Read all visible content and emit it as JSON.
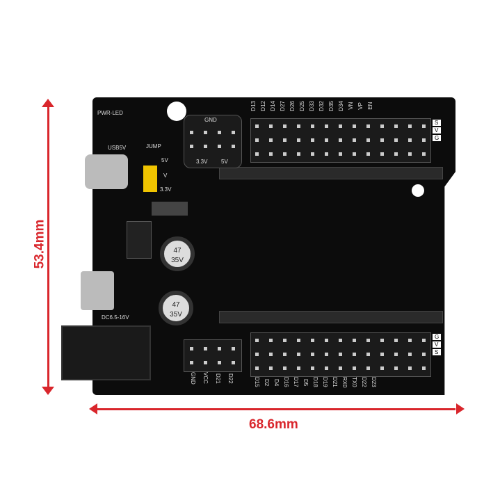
{
  "dimensions": {
    "height": "53.4mm",
    "width": "68.6mm"
  },
  "board": {
    "top_labels": [
      "D13",
      "D12",
      "D14",
      "D27",
      "D26",
      "D25",
      "D33",
      "D32",
      "D35",
      "D34",
      "VN",
      "VP",
      "EN"
    ],
    "bottom_labels": [
      "D15",
      "D2",
      "D4",
      "D16",
      "D17",
      "D5",
      "D18",
      "D19",
      "D21",
      "RX0",
      "TX0",
      "D22",
      "D23"
    ],
    "left_header_labels": [
      "GND",
      "VCC",
      "D21",
      "D22"
    ],
    "top_small_header": {
      "top": "GND",
      "left": "3.3V",
      "right": "5V"
    },
    "side_labels": [
      "S",
      "V",
      "G"
    ],
    "silk": {
      "usb": "USB5V",
      "jump": "JUMP",
      "jump_5v": "5V",
      "jump_v": "V",
      "jump_33": "3.3V",
      "dc": "DC6.5-16V",
      "led": "PWR-LED"
    },
    "caps": [
      {
        "value": "47",
        "voltage": "35V"
      },
      {
        "value": "47",
        "voltage": "35V"
      }
    ]
  }
}
